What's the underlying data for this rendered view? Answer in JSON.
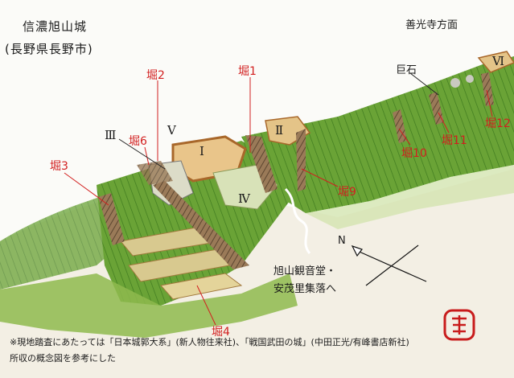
{
  "title": "信濃旭山城",
  "subtitle": "(長野県長野市)",
  "direction_label": "善光寺方面",
  "landmark_stone": "巨石",
  "route_label_line1": "旭山観音堂・",
  "route_label_line2": "安茂里集落へ",
  "compass_label": "N",
  "baileys": [
    "Ⅰ",
    "Ⅱ",
    "Ⅲ",
    "Ⅳ",
    "Ⅴ",
    "Ⅵ"
  ],
  "moats": [
    "堀1",
    "堀2",
    "堀3",
    "堀4",
    "堀6",
    "堀9",
    "堀10",
    "堀11",
    "堀12"
  ],
  "note_line1": "※現地踏査にあたっては「日本城郭大系」(新人物往来社)、「戦国武田の城」(中田正光/有峰書店新社)",
  "note_line2": "所収の概念図を参考にした",
  "colors": {
    "moat_label": "#d21f1f",
    "grass": "#5f9a2e",
    "earth": "#b07a44",
    "stamp": "#c81c1c"
  }
}
